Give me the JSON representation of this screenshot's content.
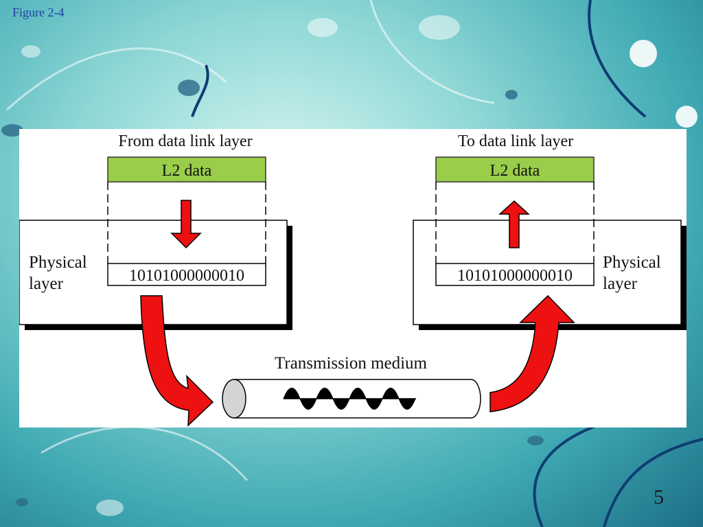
{
  "slide": {
    "figure_label": "Figure  2-4",
    "page_number": "5"
  },
  "diagram": {
    "sender": {
      "title": "From data link layer",
      "frame_label": "L2 data",
      "layer_label_line1": "Physical",
      "layer_label_line2": "layer",
      "bits": "10101000000010"
    },
    "receiver": {
      "title": "To data link layer",
      "frame_label": "L2 data",
      "layer_label_line1": "Physical",
      "layer_label_line2": "layer",
      "bits": "10101000000010"
    },
    "medium": {
      "label": "Transmission medium"
    },
    "colors": {
      "frame_fill": "#9acd4a",
      "arrow_fill": "#ee1111",
      "shadow": "#000000",
      "figure_label": "#1f3fa0"
    }
  }
}
